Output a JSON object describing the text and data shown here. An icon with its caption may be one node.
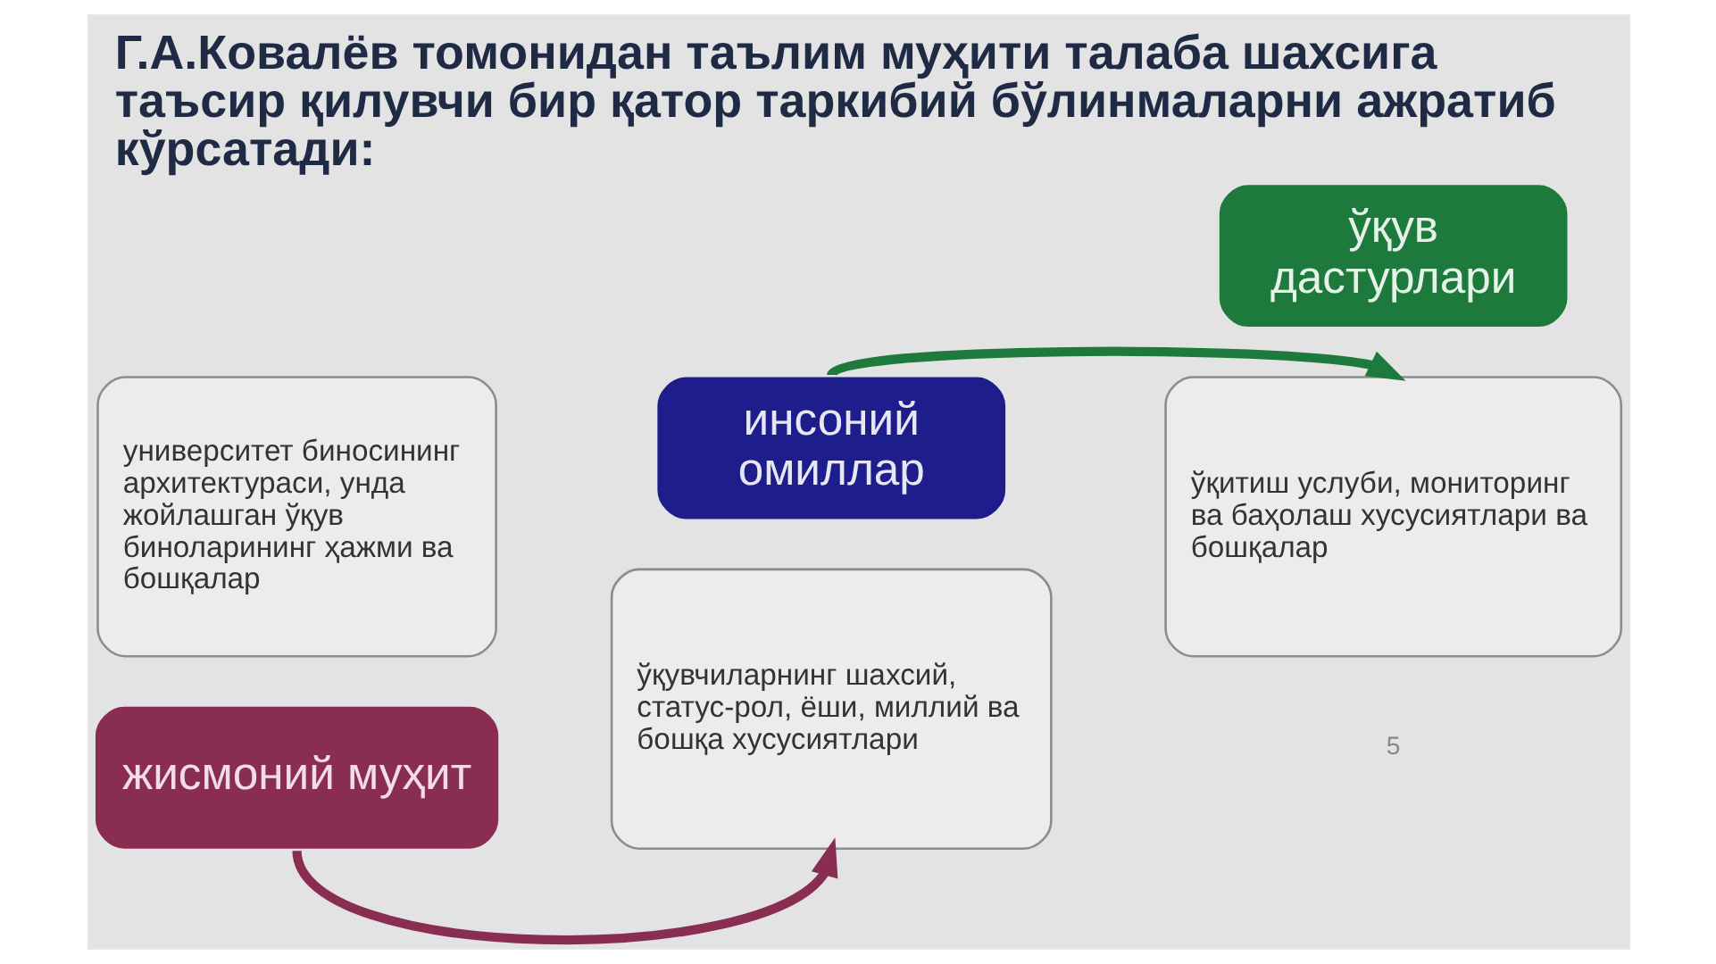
{
  "diagram": {
    "title": "Г.А.Ковалёв томонидан таълим муҳити талаба шахсига таъсир қилувчи бир қатор таркибий бўлинмаларни ажратиб кўрсатади:",
    "nodes": [
      {
        "text": [
          "университет биносининг архитектураси, унда жойлашган ўқув биноларининг ҳажми ва бошқалар"
        ]
      },
      {
        "text": [
          "жисмоний муҳит"
        ]
      },
      {
        "text": [
          "инсоний омиллар"
        ]
      },
      {
        "text": [
          "ўқувчиларнинг шахсий, статус-рол, ёши, миллий ва бошқа хусусиятлари"
        ]
      },
      {
        "text": [
          "ўқитиш услуби, мониторинг ва баҳолаш хусусиятлари ва бошқалар"
        ]
      },
      {
        "text": [
          "ўқув дастурлари"
        ]
      }
    ],
    "edges": [
      {
        "from": 1,
        "to": 3,
        "arrow": "to",
        "color": "#8a2d52"
      },
      {
        "from": 2,
        "to": 4,
        "arrow": "to",
        "color": "#1e7a3c"
      }
    ],
    "labels": [
      "5"
    ]
  }
}
